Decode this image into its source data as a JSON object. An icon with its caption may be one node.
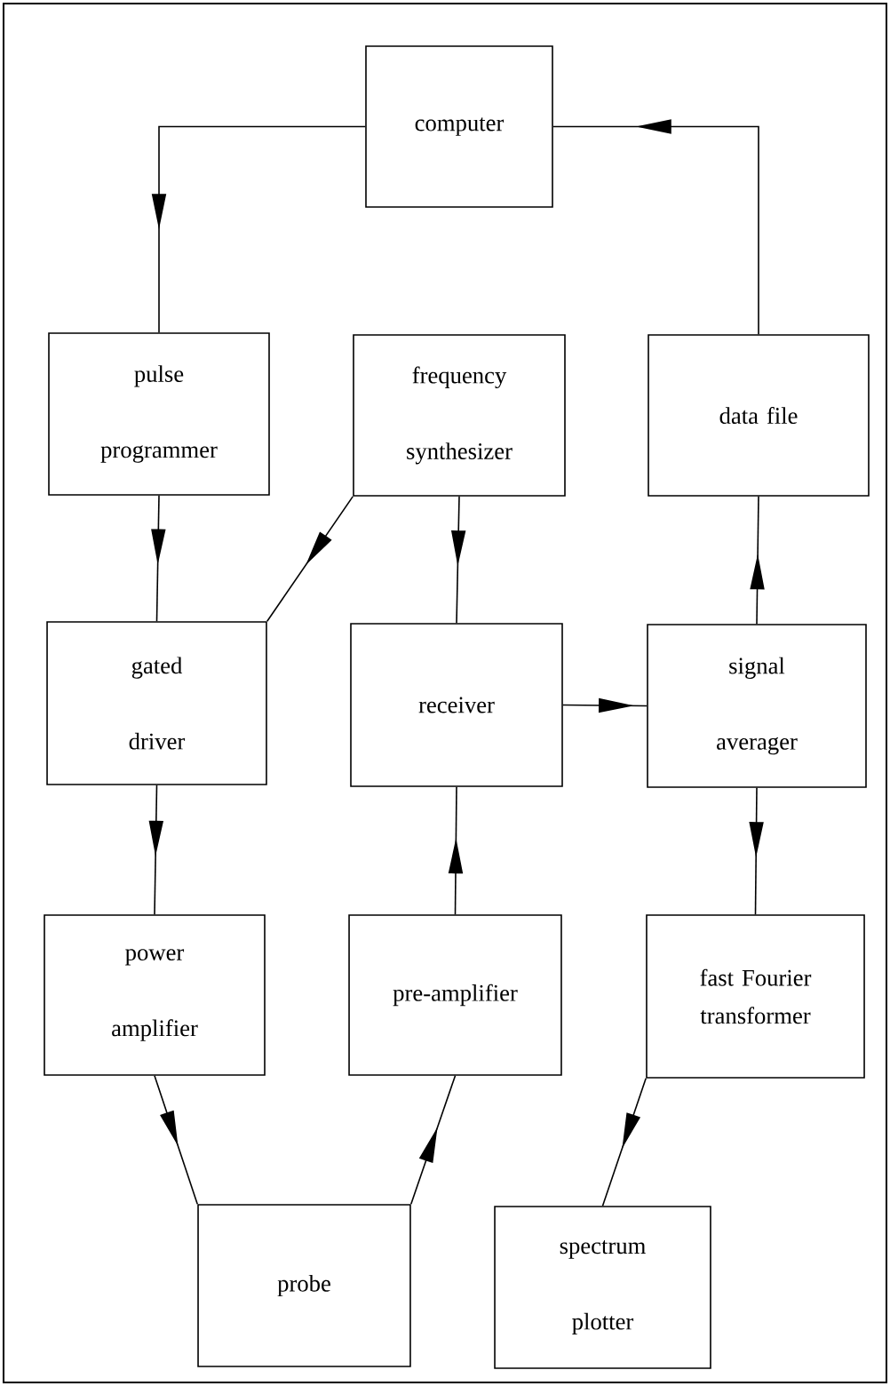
{
  "diagram": {
    "nodes": [
      {
        "text": [
          "computer"
        ]
      },
      {
        "text": [
          "pulse programmer"
        ]
      },
      {
        "text": [
          "frequency synthesizer"
        ]
      },
      {
        "text": [
          "data file"
        ]
      },
      {
        "text": [
          "gated driver"
        ]
      },
      {
        "text": [
          "receiver"
        ]
      },
      {
        "text": [
          "signal averager"
        ]
      },
      {
        "text": [
          "power amplifier"
        ]
      },
      {
        "text": [
          "pre-amplifier"
        ]
      },
      {
        "text": [
          "fast Fourier transformer"
        ]
      },
      {
        "text": [
          "probe"
        ]
      },
      {
        "text": [
          "spectrum plotter"
        ]
      }
    ],
    "edges": [
      {
        "from": 0,
        "to": 1,
        "arrow": "to"
      },
      {
        "from": 1,
        "to": 4,
        "arrow": "to"
      },
      {
        "from": 2,
        "to": 4,
        "arrow": "to"
      },
      {
        "from": 2,
        "to": 5,
        "arrow": "to"
      },
      {
        "from": 5,
        "to": 6,
        "arrow": "to"
      },
      {
        "from": 6,
        "to": 3,
        "arrow": "to"
      },
      {
        "from": 3,
        "to": 0,
        "arrow": "to"
      },
      {
        "from": 4,
        "to": 7,
        "arrow": "to"
      },
      {
        "from": 7,
        "to": 10,
        "arrow": "to"
      },
      {
        "from": 10,
        "to": 8,
        "arrow": "to"
      },
      {
        "from": 8,
        "to": 5,
        "arrow": "to"
      },
      {
        "from": 6,
        "to": 9,
        "arrow": "to"
      },
      {
        "from": 9,
        "to": 11,
        "arrow": "to"
      }
    ]
  }
}
